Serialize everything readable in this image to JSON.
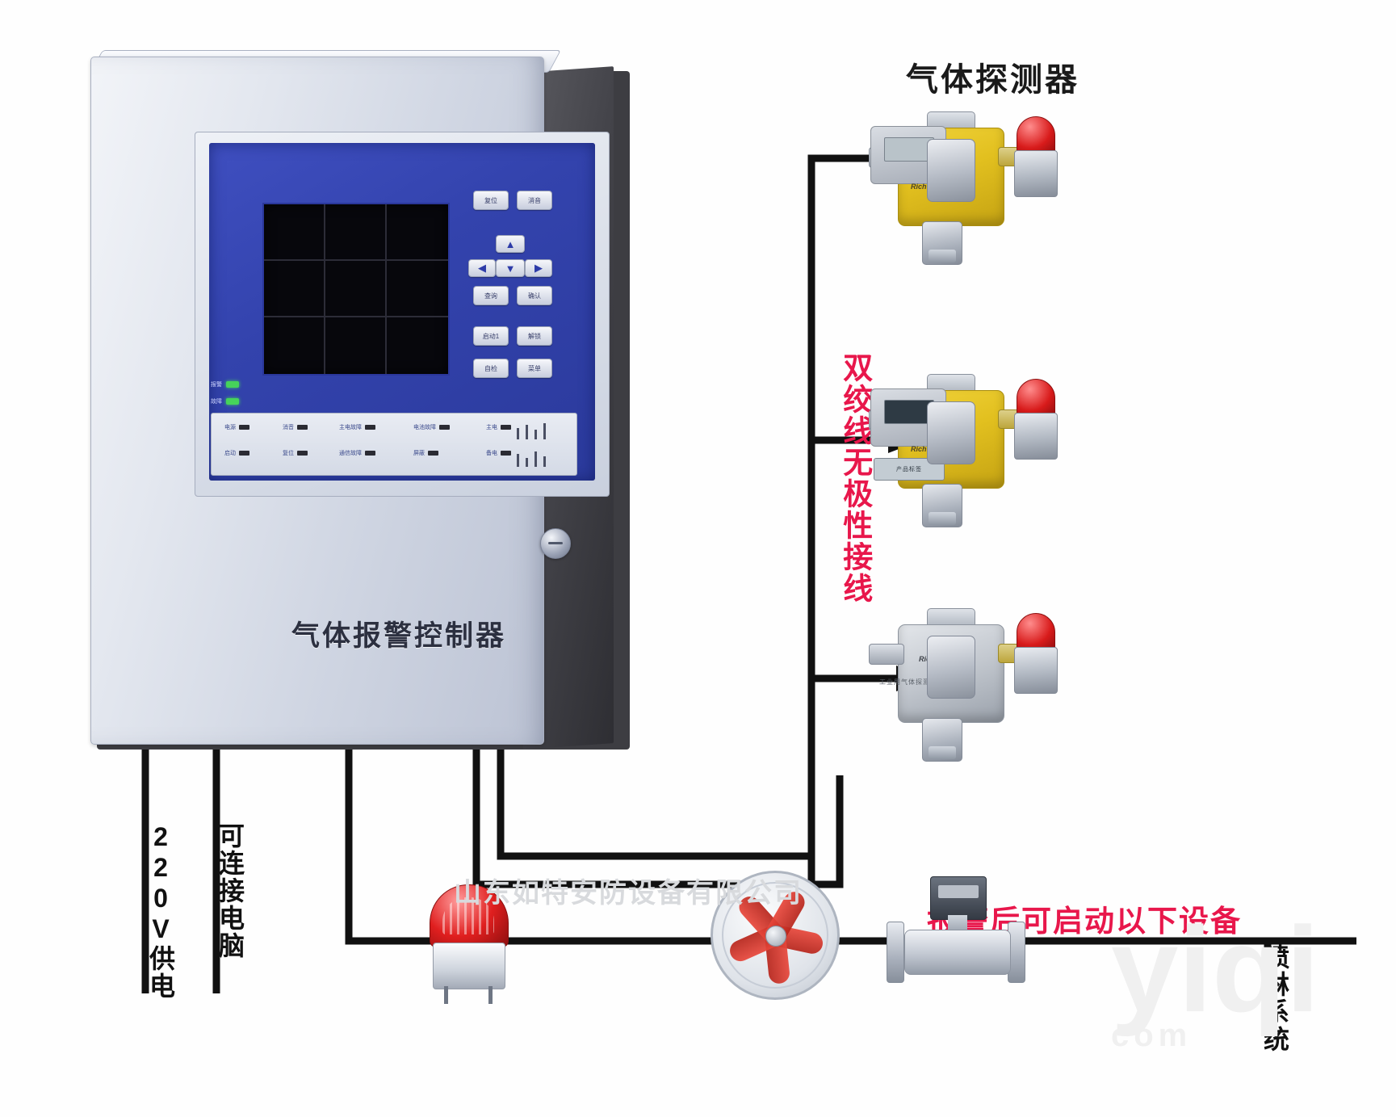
{
  "headings": {
    "detector_title": "气体探测器",
    "alarm_devices_title": "报警后可启动以下设备",
    "twisted_pair_label": "双绞线无极性接线"
  },
  "cabinet": {
    "label": "气体报警控制器",
    "status_leds": [
      {
        "label": "报警",
        "color": "#46d35a"
      },
      {
        "label": "故障",
        "color": "#46d35a"
      },
      {
        "label": "主电",
        "color": "#46d35a"
      }
    ],
    "keys": [
      {
        "name": "reset-key",
        "label": "复位"
      },
      {
        "name": "mute-key",
        "label": "消音"
      },
      {
        "name": "up-key",
        "label": "▲"
      },
      {
        "name": "left-key",
        "label": "◀"
      },
      {
        "name": "down-key",
        "label": "▼"
      },
      {
        "name": "right-key",
        "label": "▶"
      },
      {
        "name": "query-key",
        "label": "查询"
      },
      {
        "name": "confirm-key",
        "label": "确认"
      },
      {
        "name": "start1-key",
        "label": "启动1"
      },
      {
        "name": "unlock-key",
        "label": "解锁"
      },
      {
        "name": "selftest-key",
        "label": "自检"
      },
      {
        "name": "menu-key",
        "label": "菜单"
      }
    ],
    "indicators": [
      "电源",
      "消音",
      "主电故障",
      "电池故障",
      "主电",
      "启动",
      "复位",
      "通信故障",
      "屏蔽",
      "备电"
    ]
  },
  "detectors": [
    {
      "name": "detector-top",
      "brand": "Rich",
      "plate": ""
    },
    {
      "name": "detector-middle",
      "brand": "Rich",
      "plate": "产品标签"
    },
    {
      "name": "detector-bottom",
      "brand": "Rich",
      "plate": "工业用气体探测器"
    }
  ],
  "bottom_devices": [
    {
      "name": "alarm-beacon",
      "label": ""
    },
    {
      "name": "exhaust-fan",
      "label": ""
    },
    {
      "name": "solenoid-valve",
      "label": ""
    },
    {
      "name": "sprinkler-system",
      "label": "喷淋系统"
    }
  ],
  "side_labels": {
    "power_220v": "220V供电",
    "pc_connect": "可连接电脑"
  },
  "watermarks": {
    "company": "山东如特安防设备有限公司",
    "site": "yiqi",
    "site_sub": "com"
  },
  "colors": {
    "accent_red": "#e8174b",
    "detector_yellow": "#e2c01f",
    "panel_blue": "#3343ad",
    "wire_black": "#111111"
  }
}
